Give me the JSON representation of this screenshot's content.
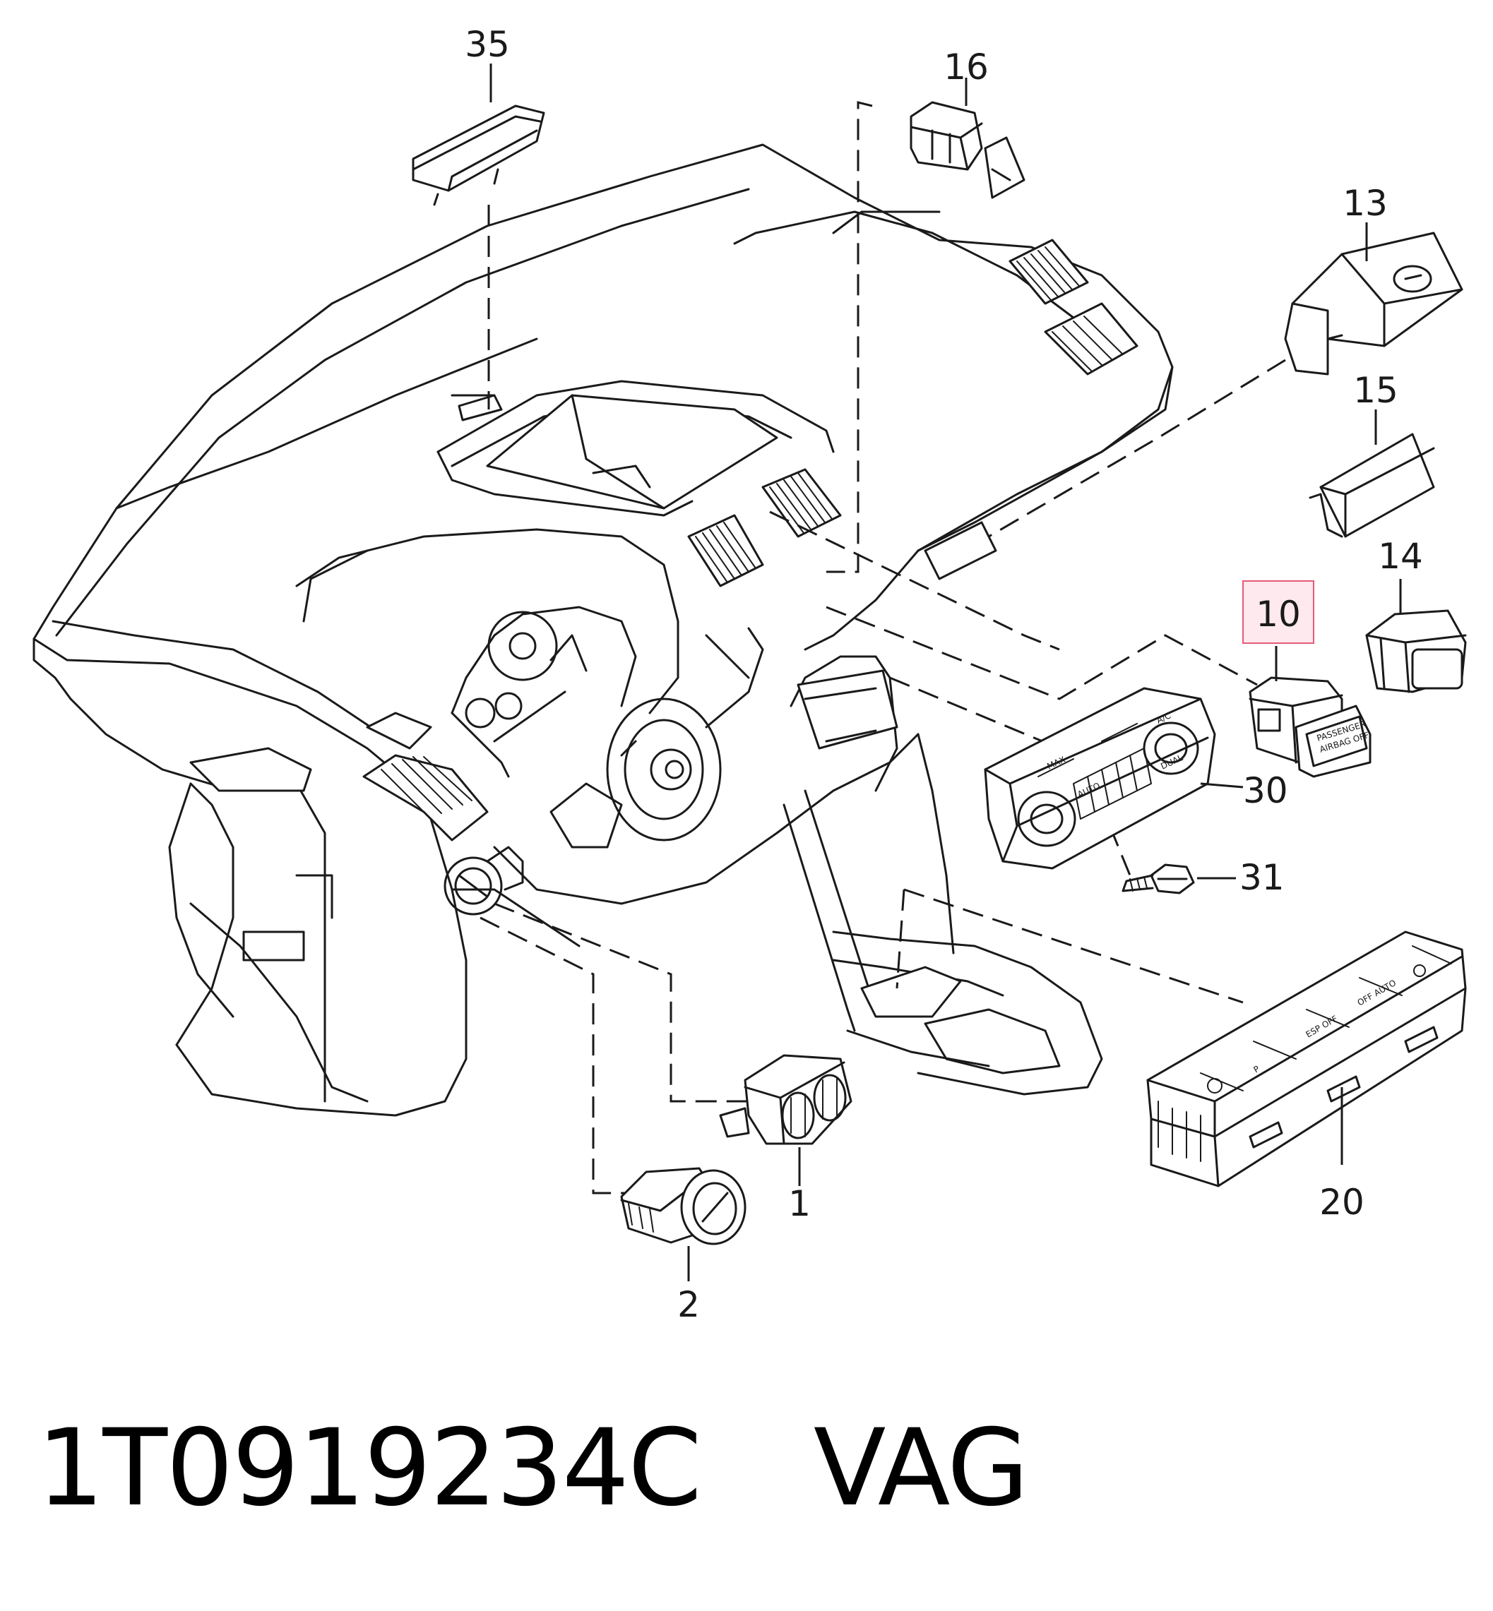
{
  "callouts": {
    "c35": "35",
    "c16": "16",
    "c13": "13",
    "c15": "15",
    "c14": "14",
    "c10": "10",
    "c30": "30",
    "c31": "31",
    "c20": "20",
    "c1": "1",
    "c2": "2"
  },
  "highlighted_callout": "10",
  "part_labels": {
    "airbag_line1": "PASSENGER",
    "airbag_line2": "AIRBAG OFF",
    "climate_auto": "AUTO",
    "climate_ac": "A/C",
    "climate_max": "MAX",
    "climate_dual": "DUAL",
    "panel_parking": "P",
    "panel_esp_off": "ESP OFF",
    "panel_off_auto": "OFF AUTO"
  },
  "footer": {
    "part_number": "1T0919234C",
    "brand": "VAG"
  },
  "colors": {
    "line": "#1a1a1a",
    "highlight_fill": "#fde9ee",
    "highlight_stroke": "#e45b7a"
  }
}
